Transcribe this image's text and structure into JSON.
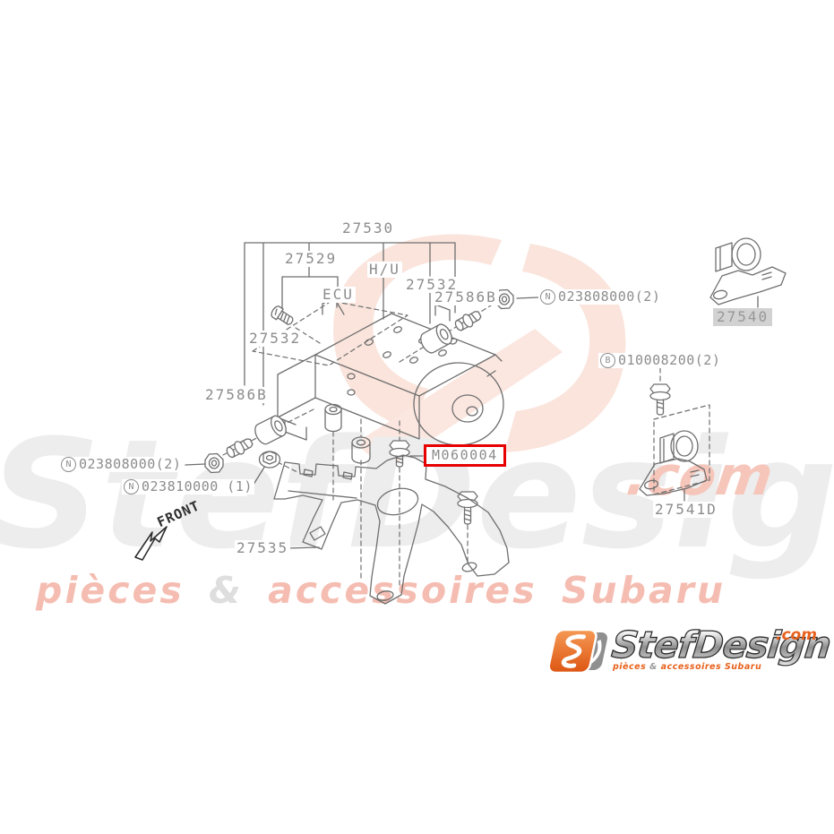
{
  "diagram": {
    "part_labels": {
      "p27530": "27530",
      "p27529": "27529",
      "hu": "H/U",
      "p27532_right": "27532",
      "p27586b_top": "27586B",
      "ecu": "ECU",
      "p27532_left": "27532",
      "p27586b_left": "27586B",
      "p27540": "27540",
      "p27541d": "27541D",
      "p27535": "27535",
      "m060004": "M060004",
      "front": "FRONT"
    },
    "hardware_labels": {
      "n_right": {
        "prefix": "N",
        "number": "023808000(2)"
      },
      "n_left": {
        "prefix": "N",
        "number": "023808000(2)"
      },
      "n_left2": {
        "prefix": "N",
        "number": "023810000 (1)"
      },
      "b_right": {
        "prefix": "B",
        "number": "010008200(2)"
      }
    }
  },
  "watermark": {
    "brand": "StefDesign",
    "tld": ".com",
    "tagline_pieces": "pièces",
    "tagline_amp": "&",
    "tagline_rest": "accessoires Subaru"
  },
  "logo": {
    "brand": "StefDesign",
    "tld": ".com",
    "tagline_pieces": "pièces",
    "tagline_amp": "&",
    "tagline_rest": "accessoires Subaru"
  },
  "colors": {
    "highlight_red": "#e60000",
    "label_gray": "#8c8c8c",
    "line_gray": "#6f6f6f",
    "selected_label_bg": "#d2d2d2",
    "brand_orange": "#e8611c",
    "watermark_pink": "#fae4dc"
  }
}
